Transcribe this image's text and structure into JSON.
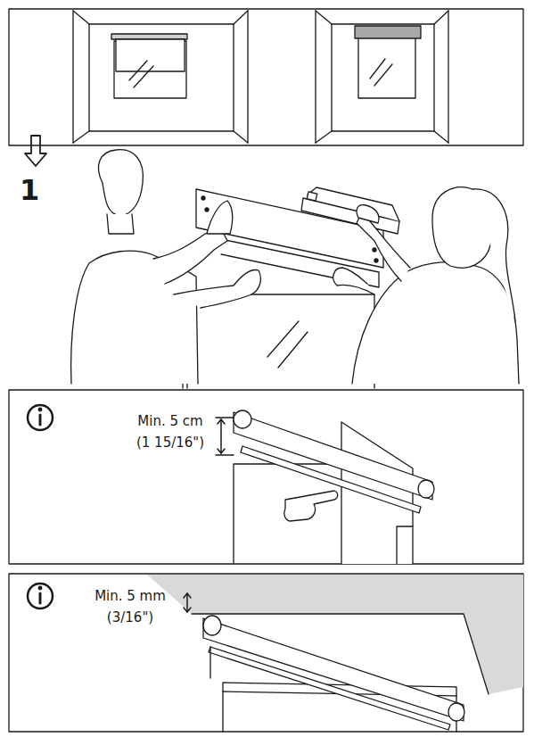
{
  "diagram": {
    "labels": [
      "1",
      "Min. 5 cm",
      "(1 15/16\")",
      "Min. 5 mm",
      "(3/16\")"
    ]
  }
}
